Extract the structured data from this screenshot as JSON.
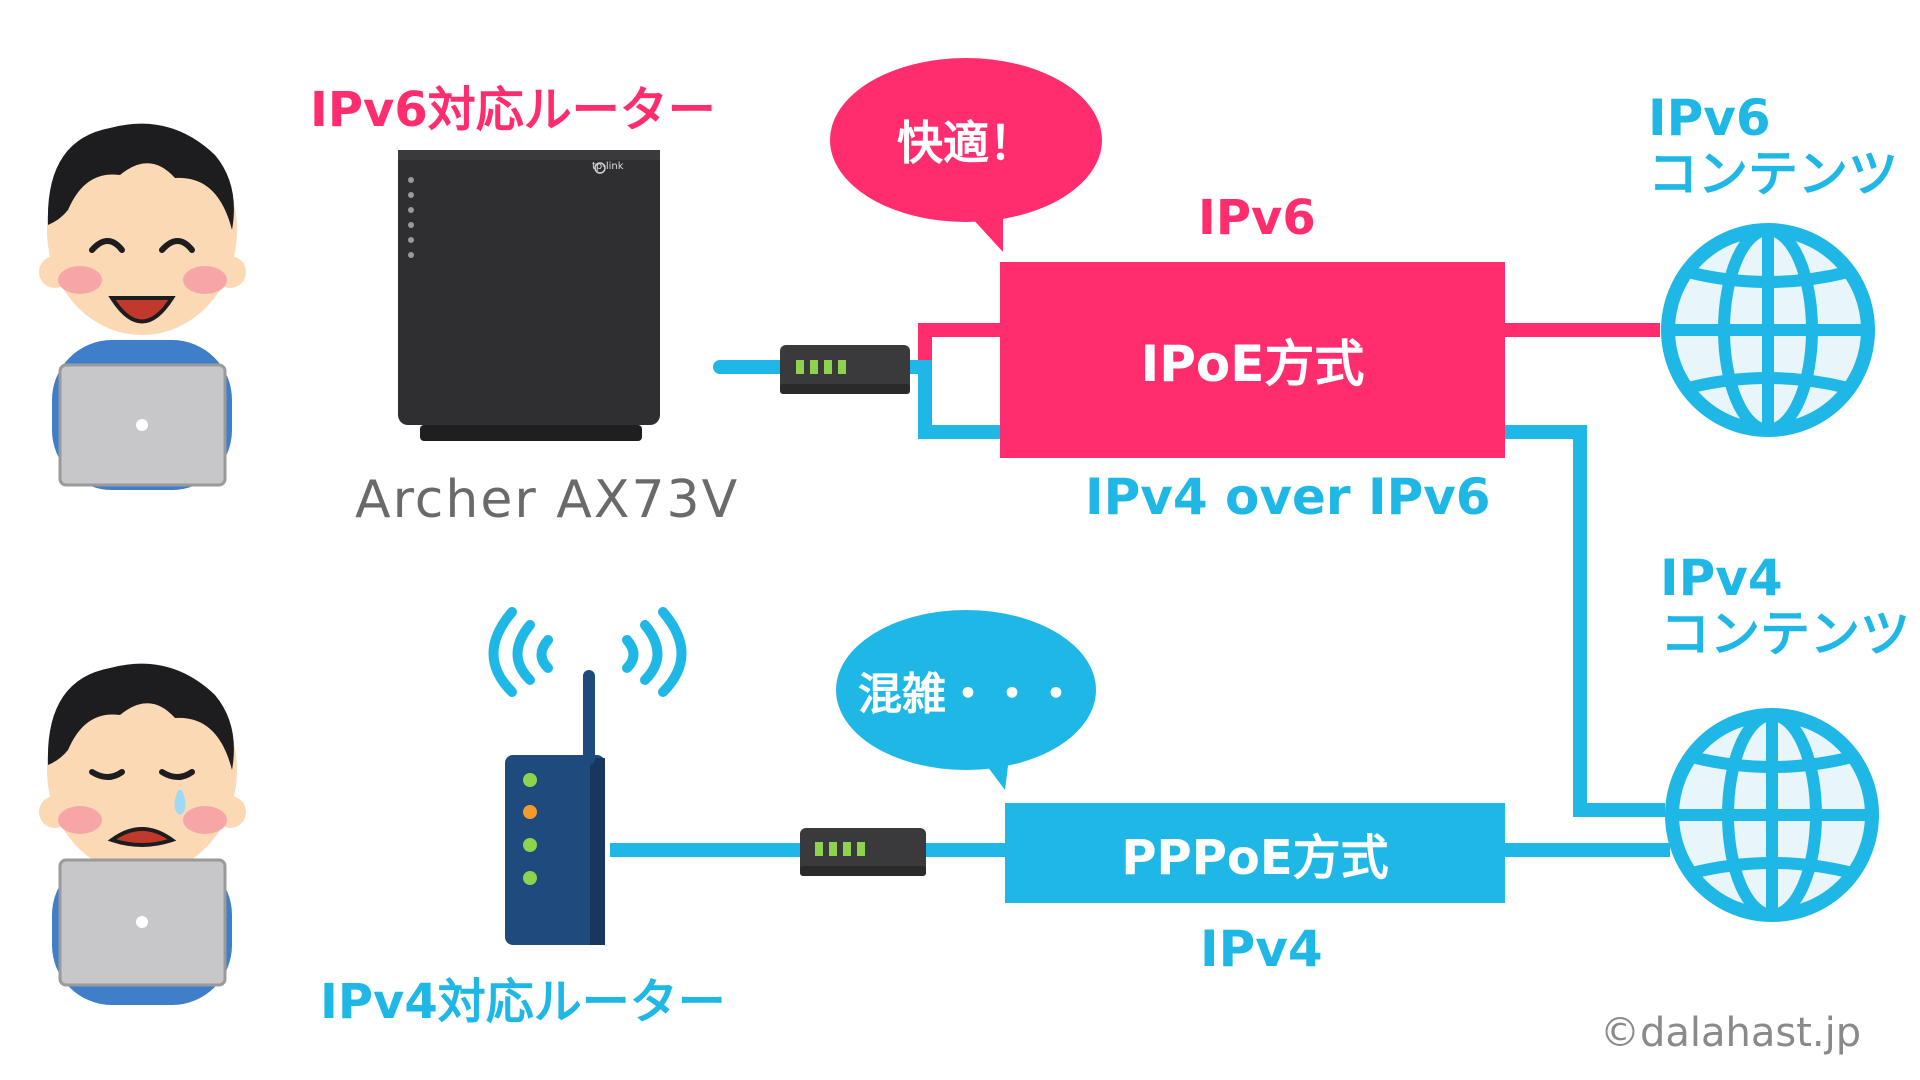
{
  "labels": {
    "ipv6_router_label": "IPv6対応ルーター",
    "router_model": "Archer AX73V",
    "ipv4_router_label": "IPv4対応ルーター",
    "comfort_bubble": "快適！",
    "congested_bubble": "混雑・・・",
    "ipv6_line_label": "IPv6",
    "ipoe_box": "IPoE方式",
    "ipv4_over_ipv6_label": "IPv4 over IPv6",
    "pppoe_box": "PPPoE方式",
    "ipv4_line_label": "IPv4",
    "ipv6_contents_line1": "IPv6",
    "ipv6_contents_line2": "コンテンツ",
    "ipv4_contents_line1": "IPv4",
    "ipv4_contents_line2": "コンテンツ",
    "copyright": "©dalahast.jp",
    "router_brand": "tp-link"
  },
  "colors": {
    "ipv6_pink": "#ff2d6e",
    "ipv4_cyan": "#1fb8e6",
    "router_dark": "#2f2f31",
    "old_router_navy": "#1f4a7d"
  }
}
